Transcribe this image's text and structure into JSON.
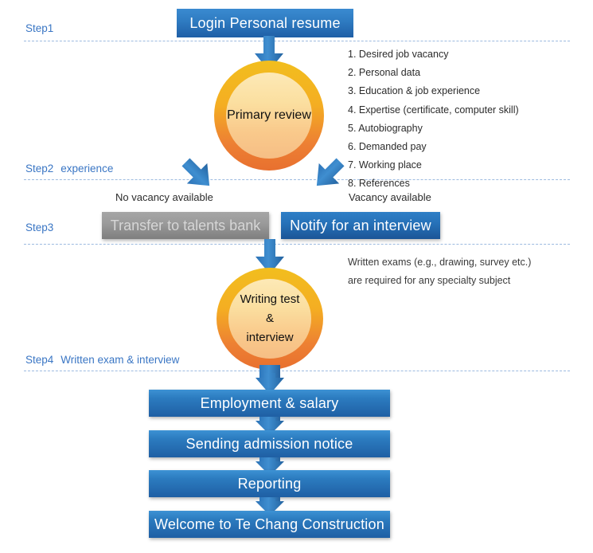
{
  "diagram": {
    "title": "Recruitment process flowchart",
    "accent_blue": "#2f7cc2",
    "step_label_color": "#3a76c4",
    "node_gold": "#F2BE1E",
    "node_orange": "#E8702F",
    "gray_box": "#9b9b9b",
    "divider_color": "#9dbbe0"
  },
  "steps": [
    {
      "id": "step1",
      "label": "Step1",
      "sub": ""
    },
    {
      "id": "step2",
      "label": "Step2",
      "sub": "experience"
    },
    {
      "id": "step3",
      "label": "Step3",
      "sub": ""
    },
    {
      "id": "step4",
      "label": "Step4",
      "sub": "Written exam & interview"
    }
  ],
  "nodes": {
    "login_box": "Login Personal resume",
    "primary_review": "Primary review",
    "transfer_box": "Transfer to talents bank",
    "notify_box": "Notify for an interview",
    "writing_test_line1": "Writing test",
    "writing_test_line2": "&",
    "writing_test_line3": "interview"
  },
  "branch_labels": {
    "left": "No vacancy available",
    "right": "Vacancy available"
  },
  "requirements": [
    "1. Desired job vacancy",
    "2. Personal data",
    "3. Education & job experience",
    "4. Expertise (certificate, computer skill)",
    "5. Autobiography",
    "6. Demanded pay",
    "7. Working place",
    "8. References"
  ],
  "exam_note": {
    "line1": "Written exams (e.g., drawing, survey etc.)",
    "line2": "are required for any specialty subject"
  },
  "flow_boxes": [
    "Employment & salary",
    "Sending admission notice",
    "Reporting",
    "Welcome to Te Chang Construction"
  ]
}
